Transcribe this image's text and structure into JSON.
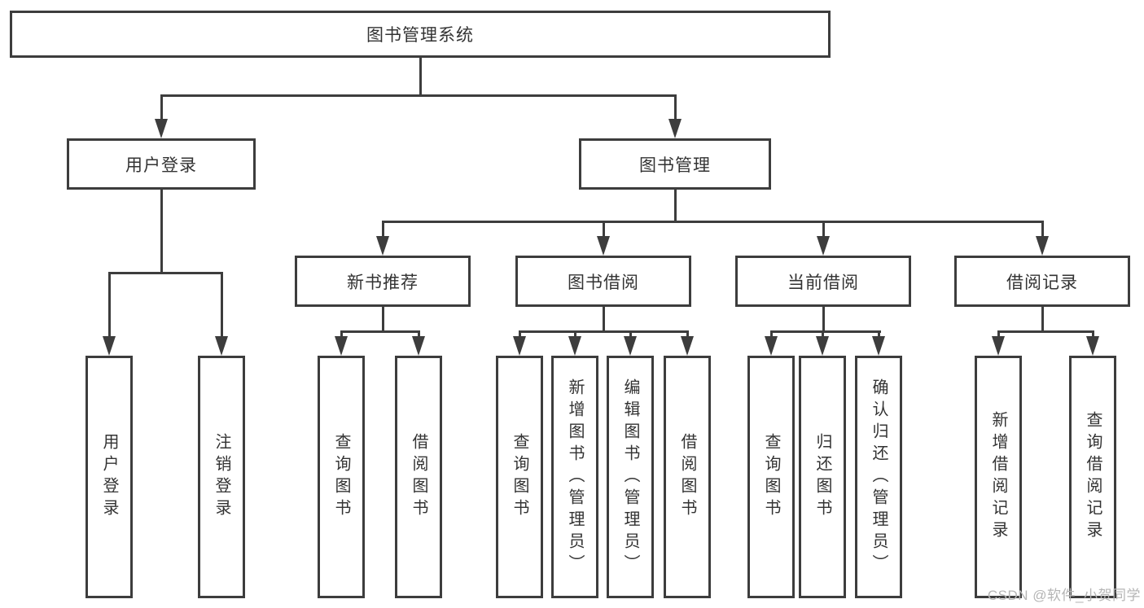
{
  "tree": {
    "root": {
      "label": "图书管理系统"
    },
    "children": [
      {
        "label": "用户登录",
        "children": [
          {
            "label": "用户登录"
          },
          {
            "label": "注销登录"
          }
        ]
      },
      {
        "label": "图书管理",
        "children": [
          {
            "label": "新书推荐",
            "children": [
              {
                "label": "查询图书"
              },
              {
                "label": "借阅图书"
              }
            ]
          },
          {
            "label": "图书借阅",
            "children": [
              {
                "label": "查询图书"
              },
              {
                "label": "新增图书（管理员）"
              },
              {
                "label": "编辑图书（管理员）"
              },
              {
                "label": "借阅图书"
              }
            ]
          },
          {
            "label": "当前借阅",
            "children": [
              {
                "label": "查询图书"
              },
              {
                "label": "归还图书"
              },
              {
                "label": "确认归还（管理员）"
              }
            ]
          },
          {
            "label": "借阅记录",
            "children": [
              {
                "label": "新增借阅记录"
              },
              {
                "label": "查询借阅记录"
              }
            ]
          }
        ]
      }
    ]
  },
  "watermark": {
    "text": "CSDN @软件_小贺同学"
  },
  "colors": {
    "line": "#3d3d3d",
    "box_border": "#3d3d3d",
    "text": "#333333",
    "watermark": "#b5b5b5",
    "background": "#ffffff"
  }
}
